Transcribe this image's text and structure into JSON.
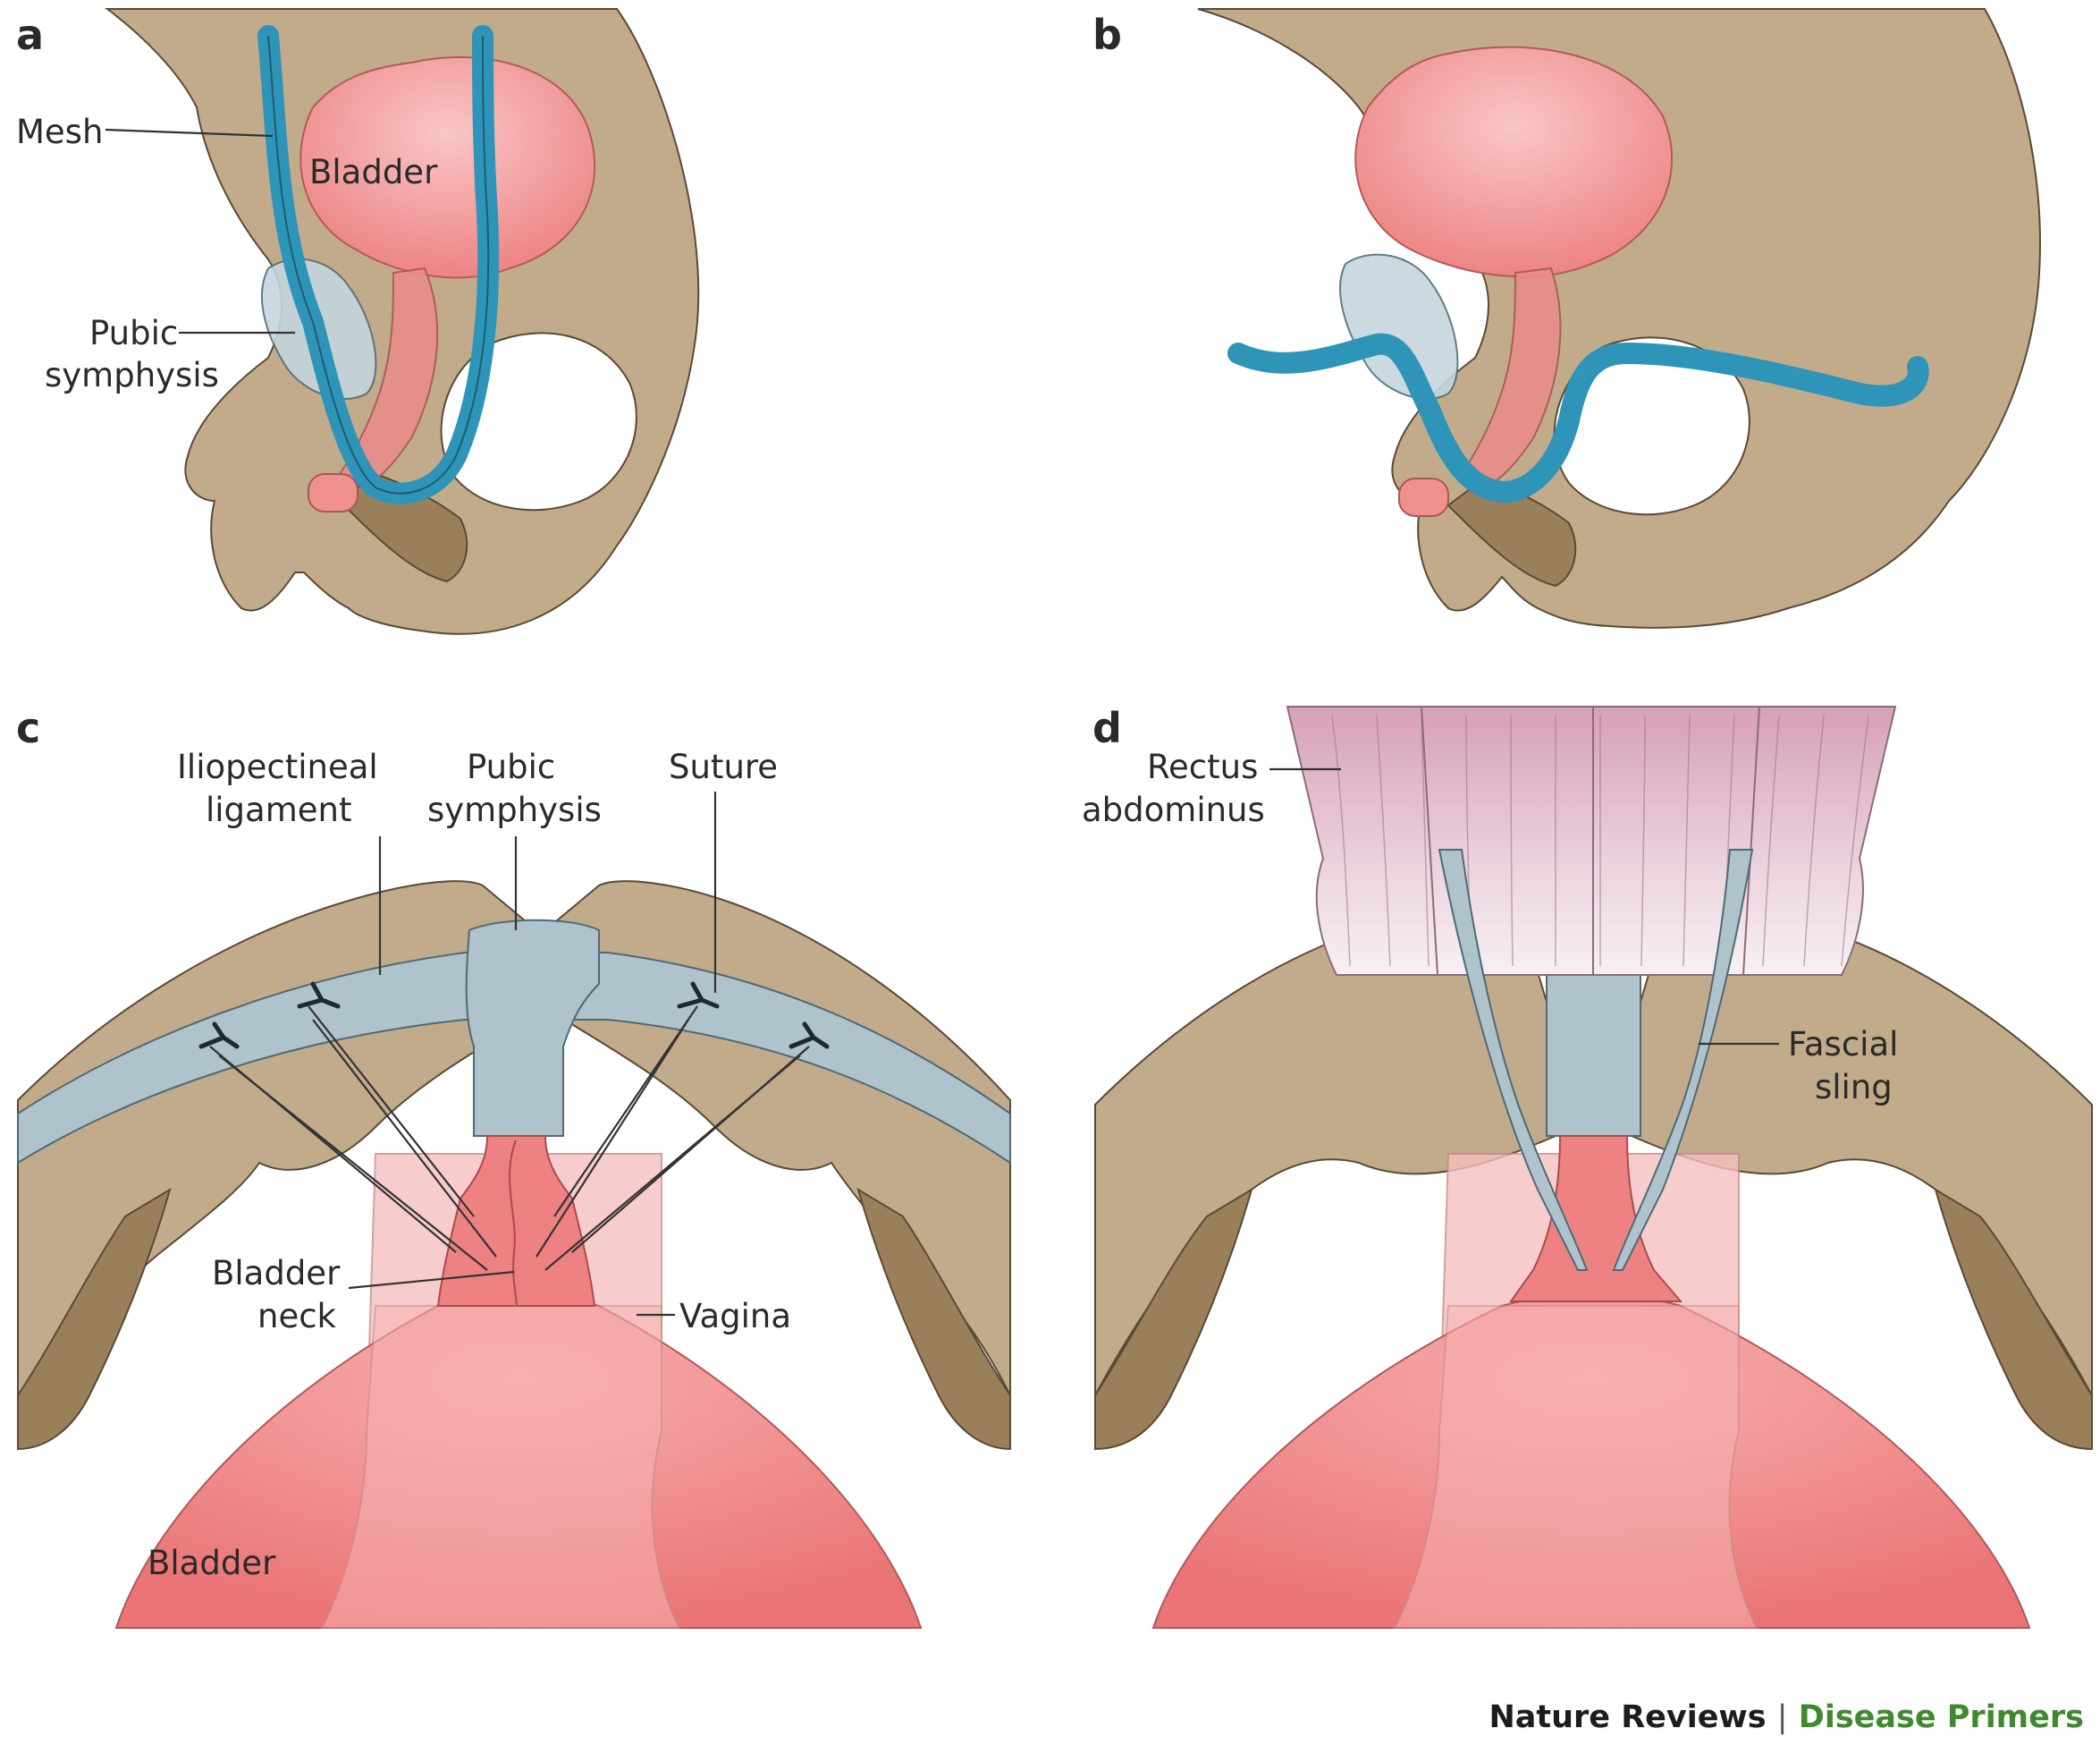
{
  "panels": {
    "a": {
      "letter": "a",
      "labels": {
        "mesh": "Mesh",
        "bladder": "Bladder",
        "pubic": "Pubic",
        "symphysis": "symphysis"
      }
    },
    "b": {
      "letter": "b"
    },
    "c": {
      "letter": "c",
      "labels": {
        "ilio1": "Iliopectineal",
        "ilio2": "ligament",
        "pubic": "Pubic",
        "symphysis": "symphysis",
        "suture": "Suture",
        "neck1": "Bladder",
        "neck2": "neck",
        "vagina": "Vagina",
        "bladder": "Bladder"
      }
    },
    "d": {
      "letter": "d",
      "labels": {
        "rectus1": "Rectus",
        "rectus2": "abdominus",
        "fascial1": "Fascial",
        "fascial2": "sling"
      }
    }
  },
  "credit": {
    "journal": "Nature Reviews",
    "separator": "|",
    "series": "Disease Primers"
  },
  "colors": {
    "bone": "#c2ab8a",
    "bone_dark": "#8f7552",
    "bladder": "#f08f8f",
    "ligament": "#aec3cc",
    "mesh": "#2e95b8",
    "muscle": "#dca9bf",
    "credit_green": "#3f8a2e"
  }
}
